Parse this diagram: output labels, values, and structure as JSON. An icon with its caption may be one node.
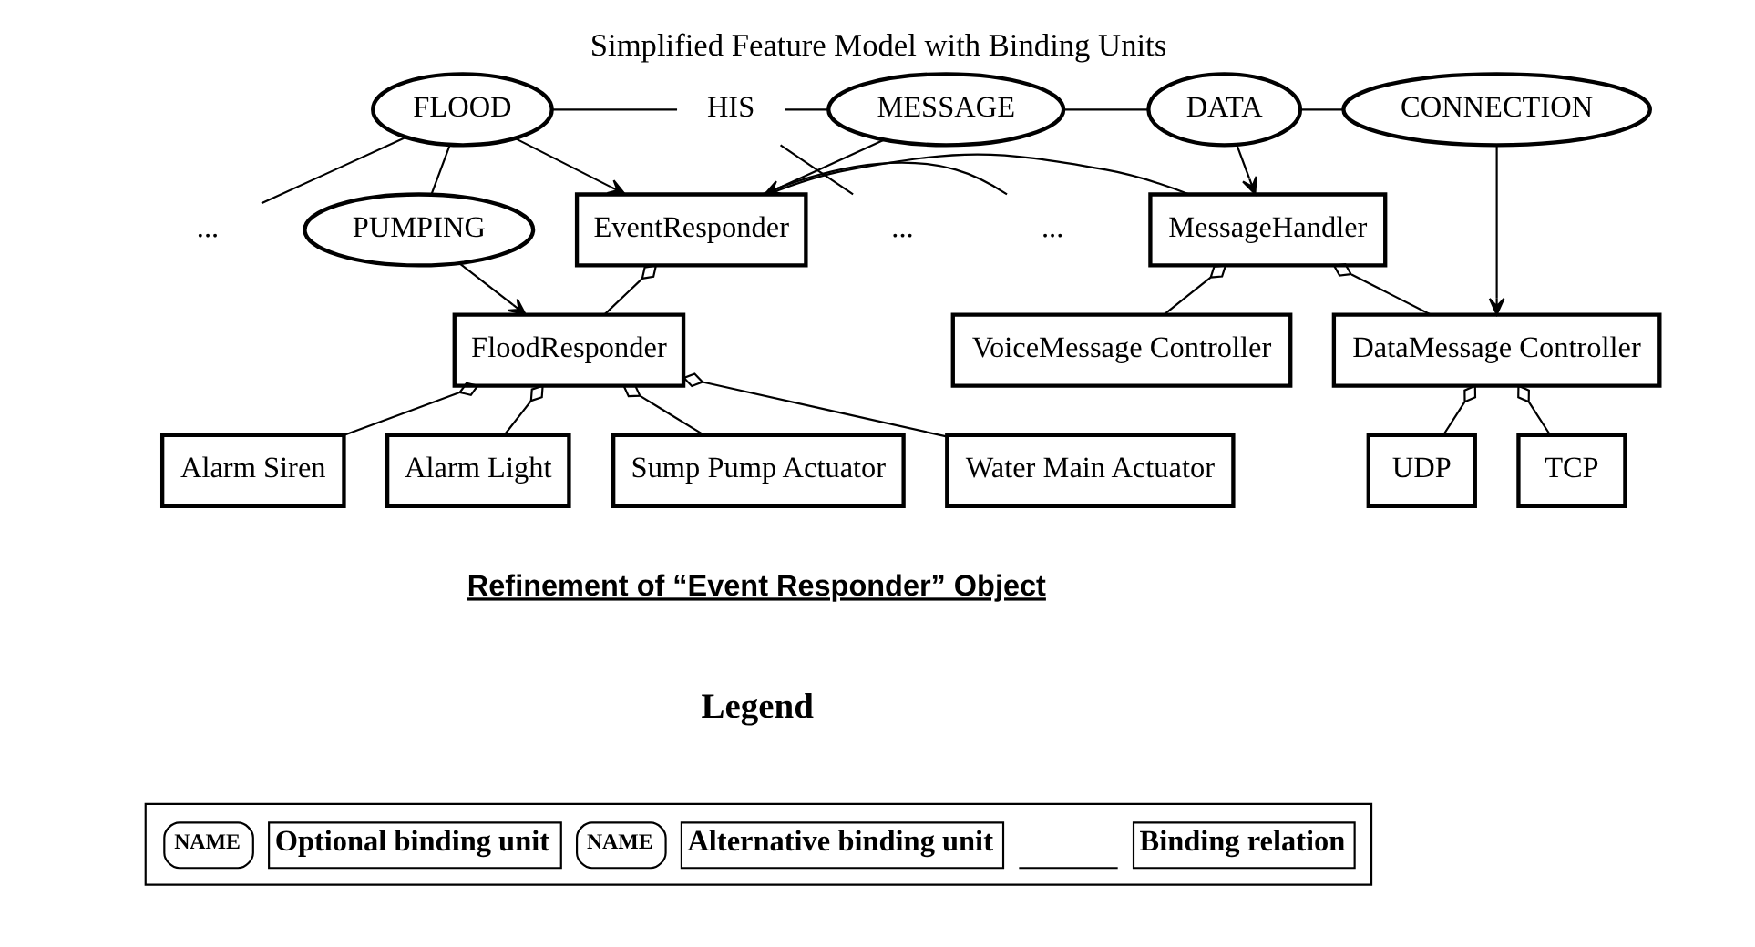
{
  "diagram": {
    "title": "Simplified Feature Model with Binding Units",
    "caption": "Refinement of “Event Responder” Object",
    "nodes": [
      {
        "text": [
          "FLOOD"
        ]
      },
      {
        "text": [
          "HIS"
        ]
      },
      {
        "text": [
          "MESSAGE"
        ]
      },
      {
        "text": [
          "DATA"
        ]
      },
      {
        "text": [
          "CONNECTION"
        ]
      },
      {
        "text": [
          "PUMPING"
        ]
      },
      {
        "text": [
          "..."
        ]
      },
      {
        "text": [
          "..."
        ]
      },
      {
        "text": [
          "EventResponder"
        ]
      },
      {
        "text": [
          "MessageHandler"
        ]
      },
      {
        "text": [
          "..."
        ]
      },
      {
        "text": [
          "FloodResponder"
        ]
      },
      {
        "text": [
          "VoiceMessage Controller"
        ]
      },
      {
        "text": [
          "DataMessage Controller"
        ]
      },
      {
        "text": [
          "Sump Pump Actuator"
        ]
      },
      {
        "text": [
          "Water Main Actuator"
        ]
      },
      {
        "text": [
          "Alarm Siren"
        ]
      },
      {
        "text": [
          "Alarm Light"
        ]
      },
      {
        "text": [
          "UDP"
        ]
      },
      {
        "text": [
          "TCP"
        ]
      }
    ],
    "edges": [
      {
        "from": 0,
        "to": 1,
        "arrow": "none"
      },
      {
        "from": 1,
        "to": 2,
        "arrow": "none"
      },
      {
        "from": 2,
        "to": 3,
        "arrow": "none"
      },
      {
        "from": 3,
        "to": 4,
        "arrow": "none"
      },
      {
        "from": 0,
        "to": 5,
        "arrow": "none"
      },
      {
        "from": 0,
        "to": 6,
        "arrow": "none"
      },
      {
        "from": 1,
        "to": 7,
        "arrow": "none"
      },
      {
        "from": 0,
        "to": 8,
        "arrow": "to"
      },
      {
        "from": 5,
        "to": 11,
        "arrow": "to"
      },
      {
        "from": 2,
        "to": 8,
        "arrow": "to"
      },
      {
        "from": 8,
        "to": 9,
        "arrow": "none"
      },
      {
        "from": 8,
        "to": 10,
        "arrow": "none"
      },
      {
        "from": 3,
        "to": 9,
        "arrow": "to"
      },
      {
        "from": 4,
        "to": 13,
        "arrow": "to"
      },
      {
        "from": 8,
        "to": 11,
        "arrow": "other"
      },
      {
        "from": 9,
        "to": 12,
        "arrow": "other"
      },
      {
        "from": 9,
        "to": 13,
        "arrow": "other"
      },
      {
        "from": 11,
        "to": 14,
        "arrow": "other"
      },
      {
        "from": 11,
        "to": 15,
        "arrow": "other"
      },
      {
        "from": 11,
        "to": 16,
        "arrow": "other"
      },
      {
        "from": 11,
        "to": 17,
        "arrow": "other"
      },
      {
        "from": 13,
        "to": 18,
        "arrow": "other"
      },
      {
        "from": 13,
        "to": 19,
        "arrow": "other"
      }
    ],
    "labels": [
      "Legend",
      "NAME",
      "NAME"
    ],
    "legend": [
      {
        "text": "Optional binding unit"
      },
      {
        "text": "Alternative binding unit"
      },
      {
        "text": "Binding relation"
      }
    ]
  }
}
